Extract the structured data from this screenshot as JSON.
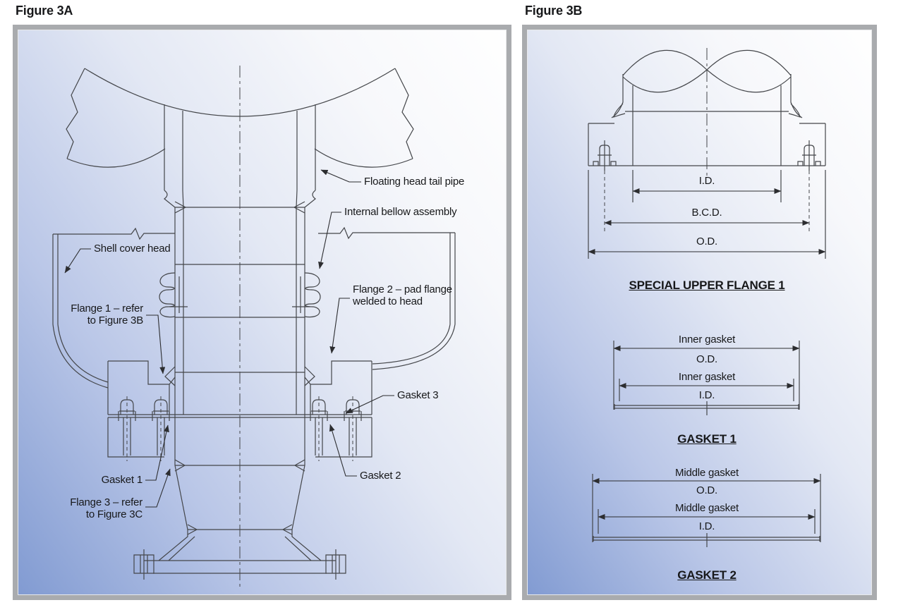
{
  "figure_a": {
    "title": "Figure 3A",
    "labels": {
      "floating_head": "Floating head tail pipe",
      "bellow": "Internal bellow assembly",
      "shell_cover": "Shell cover head",
      "flange1_line1": "Flange 1 – refer",
      "flange1_line2": "to Figure 3B",
      "flange2_line1": "Flange 2 – pad flange",
      "flange2_line2": "welded to head",
      "gasket3": "Gasket 3",
      "gasket1": "Gasket 1",
      "gasket2": "Gasket 2",
      "flange3_line1": "Flange 3 – refer",
      "flange3_line2": "to Figure 3C"
    }
  },
  "figure_b": {
    "title": "Figure 3B",
    "upper_flange": {
      "id_label": "I.D.",
      "bcd_label": "B.C.D.",
      "od_label": "O.D.",
      "caption": "SPECIAL UPPER FLANGE 1"
    },
    "gasket1": {
      "od_name": "Inner gasket",
      "od_label": "O.D.",
      "id_name": "Inner gasket",
      "id_label": "I.D.",
      "caption": "GASKET 1"
    },
    "gasket2": {
      "od_name": "Middle gasket",
      "od_label": "O.D.",
      "id_name": "Middle gasket",
      "id_label": "I.D.",
      "caption": "GASKET 2"
    }
  },
  "colors": {
    "panel_border": "#a9abae",
    "line": "#44464a",
    "text": "#17181a",
    "gradient_light": "#ffffff",
    "gradient_blue": "#7f99d1"
  }
}
